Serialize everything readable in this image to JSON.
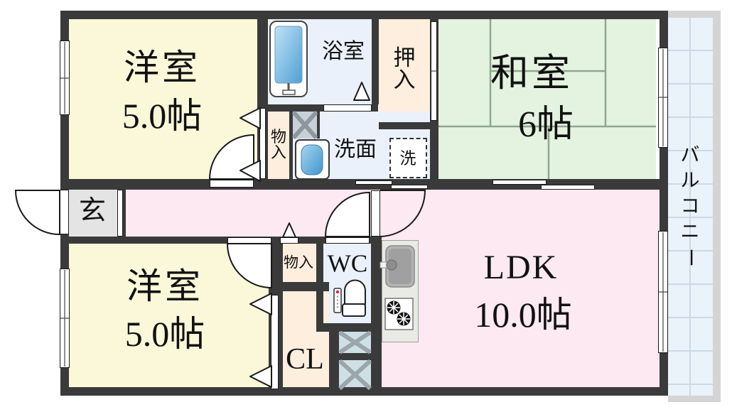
{
  "floor_plan": {
    "rooms": {
      "bedroom_top": {
        "name": "洋室",
        "size": "5.0帖"
      },
      "bedroom_bottom": {
        "name": "洋室",
        "size": "5.0帖"
      },
      "japanese_room": {
        "name": "和室",
        "size": "6帖"
      },
      "ldk": {
        "name": "LDK",
        "size": "10.0帖"
      },
      "bathroom": {
        "label": "浴室"
      },
      "washroom": {
        "label": "洗面"
      },
      "laundry_space": {
        "label": "洗"
      },
      "oshiire_closet": {
        "label": "押入"
      },
      "storage_top": {
        "label": "物入"
      },
      "storage_bottom": {
        "label": "物入"
      },
      "entrance": {
        "label": "玄"
      },
      "wc": {
        "label": "WC"
      },
      "closet_cl": {
        "label": "CL"
      },
      "balcony": {
        "label": "バルコニー"
      }
    },
    "icons": {
      "bathtub": "bathtub-icon",
      "washbasin": "washbasin-icon",
      "toilet": "toilet-icon",
      "kitchen_sink": "kitchen-sink-icon",
      "stove": "stove-burners-icon",
      "pipe_space": "x-hatched-box",
      "door_swings": "quarter-circle-door-arcs"
    },
    "colors": {
      "wall": "#3a3a3a",
      "western_room": "#faf8d9",
      "japanese_room": "#e4f3e0",
      "ldk_corridor": "#fce9f1",
      "wet_area": "#eaf1fb",
      "closet": "#fdeede",
      "entrance": "#e4e4e4",
      "balcony": "#eaf2fa",
      "tatami_line": "#8fa68f"
    }
  }
}
